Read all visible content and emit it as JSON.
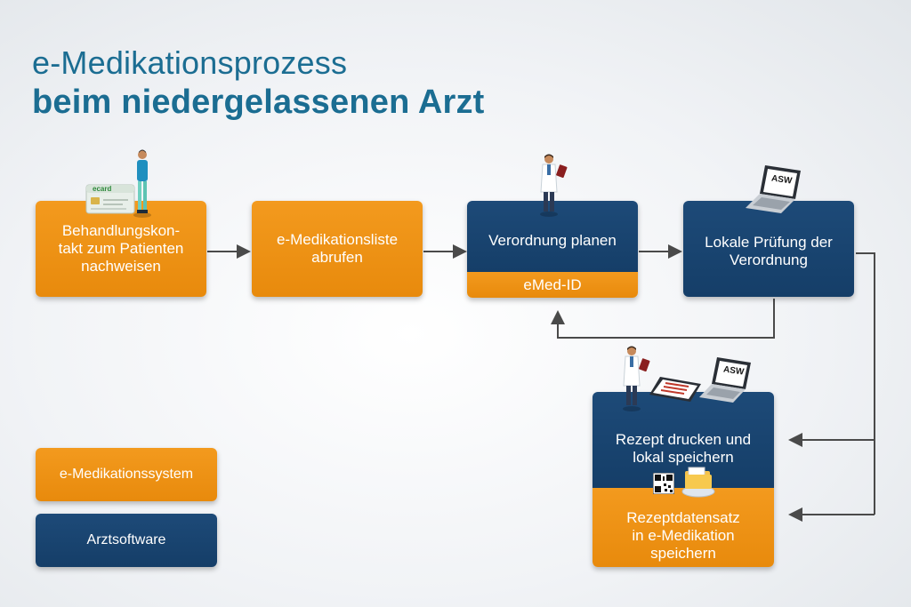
{
  "title": {
    "line1": "e-Medikationsprozess",
    "line2": "beim niedergelassenen Arzt"
  },
  "steps": {
    "step1": {
      "lines": [
        "Behandlungskon-",
        "takt zum Patienten",
        "nachweisen"
      ],
      "type": "e-Medikationssystem"
    },
    "step2": {
      "lines": [
        "e-Medikationsliste",
        "abrufen"
      ],
      "type": "e-Medikationssystem"
    },
    "step3": {
      "main": "Verordnung planen",
      "sub": "eMed-ID"
    },
    "step4": {
      "lines": [
        "Lokale Prüfung der",
        "Verordnung"
      ],
      "type": "Arztsoftware"
    },
    "step5": {
      "top_lines": [
        "Rezept drucken und",
        "lokal speichern"
      ],
      "bottom_lines": [
        "Rezeptdatensatz",
        "in e-Medikation",
        "speichern"
      ]
    }
  },
  "legend": {
    "orange_label": "e-Medikationssystem",
    "navy_label": "Arztsoftware"
  },
  "icons": {
    "ecard": {
      "name": "ecard-icon",
      "text": "ecard"
    },
    "laptop_label": "ASW",
    "patient": "patient-figure-icon",
    "doctor": "doctor-figure-icon",
    "tablet": "prescription-tablet-icon",
    "qr": "qr-code-icon",
    "folder": "folder-database-icon"
  },
  "colors": {
    "orange": "#ec8d12",
    "navy": "#17426e",
    "title": "#1b6d92",
    "arrow": "#4a4a4a"
  }
}
